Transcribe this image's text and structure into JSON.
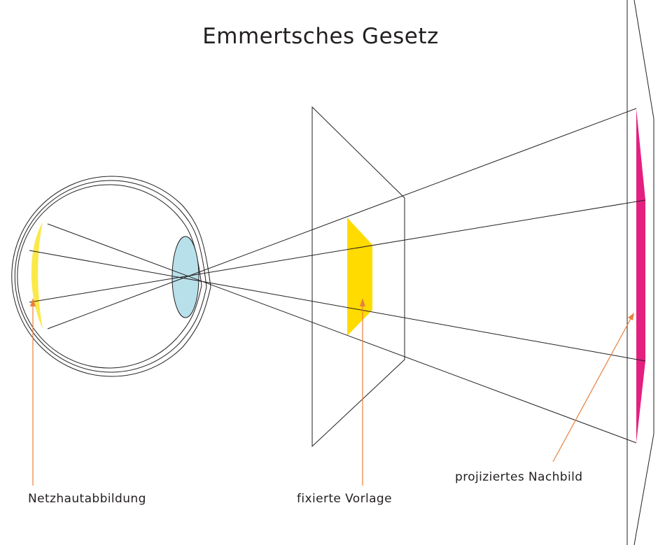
{
  "title": "Emmertsches Gesetz",
  "labels": {
    "retina_image": "Netzhautabbildung",
    "fixed_template": "fixierte Vorlage",
    "projected_afterimage": "projiziertes Nachbild"
  },
  "colors": {
    "retina": "#fbe94a",
    "lens": "#b8e0ea",
    "template": "#ffdb00",
    "afterimage": "#e3207f",
    "arrows": "#e8803c",
    "lines": "#231f20"
  }
}
